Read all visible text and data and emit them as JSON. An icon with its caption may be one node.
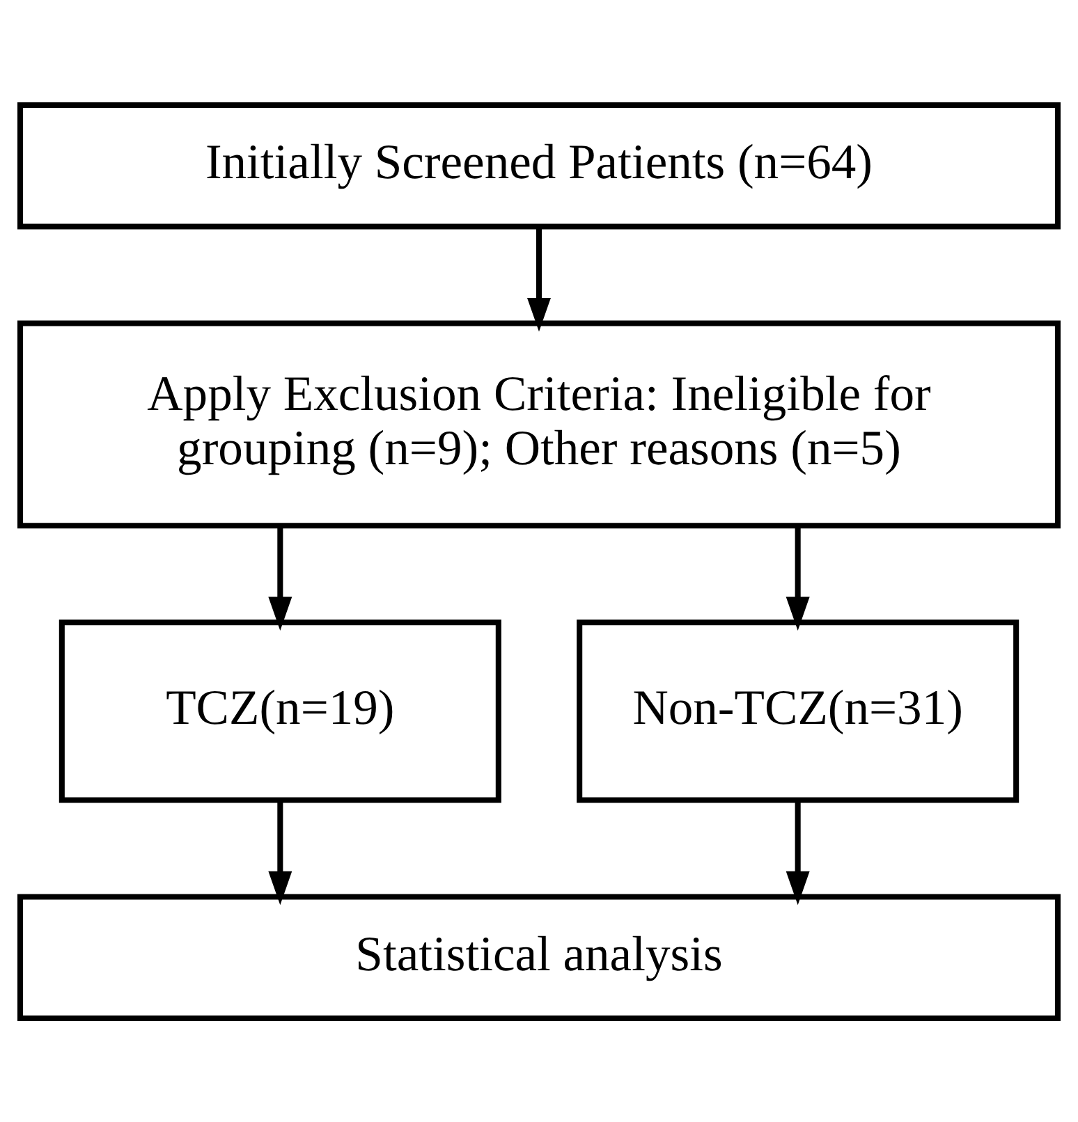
{
  "diagram": {
    "nodes": [
      {
        "text": [
          "Initially Screened Patients (n=64)"
        ]
      },
      {
        "text": [
          "Apply Exclusion Criteria: Ineligible for grouping (n=9); Other reasons (n=5)"
        ]
      },
      {
        "text": [
          "TCZ(n=19)"
        ]
      },
      {
        "text": [
          "Non-TCZ(n=31)"
        ]
      },
      {
        "text": [
          "Statistical analysis"
        ]
      }
    ],
    "edges": [
      {
        "from": 0,
        "to": 1,
        "arrow": "to"
      },
      {
        "from": 1,
        "to": 2,
        "arrow": "to"
      },
      {
        "from": 1,
        "to": 3,
        "arrow": "to"
      },
      {
        "from": 2,
        "to": 4,
        "arrow": "to"
      },
      {
        "from": 3,
        "to": 4,
        "arrow": "to"
      }
    ]
  }
}
